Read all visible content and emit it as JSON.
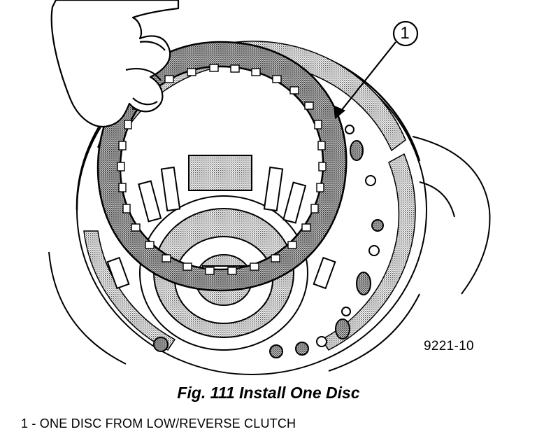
{
  "figure": {
    "callout_number": "1",
    "reference_id": "9221-10",
    "caption": "Fig. 111 Install One Disc",
    "legend": [
      {
        "number": "1",
        "text": "1 - ONE DISC FROM LOW/REVERSE CLUTCH"
      }
    ]
  },
  "colors": {
    "line": "#000000",
    "friction_shading": "#9a9a9a",
    "background": "#ffffff"
  },
  "icons": [
    "hand-illustration",
    "clutch-disc-illustration",
    "transmission-case-illustration"
  ]
}
